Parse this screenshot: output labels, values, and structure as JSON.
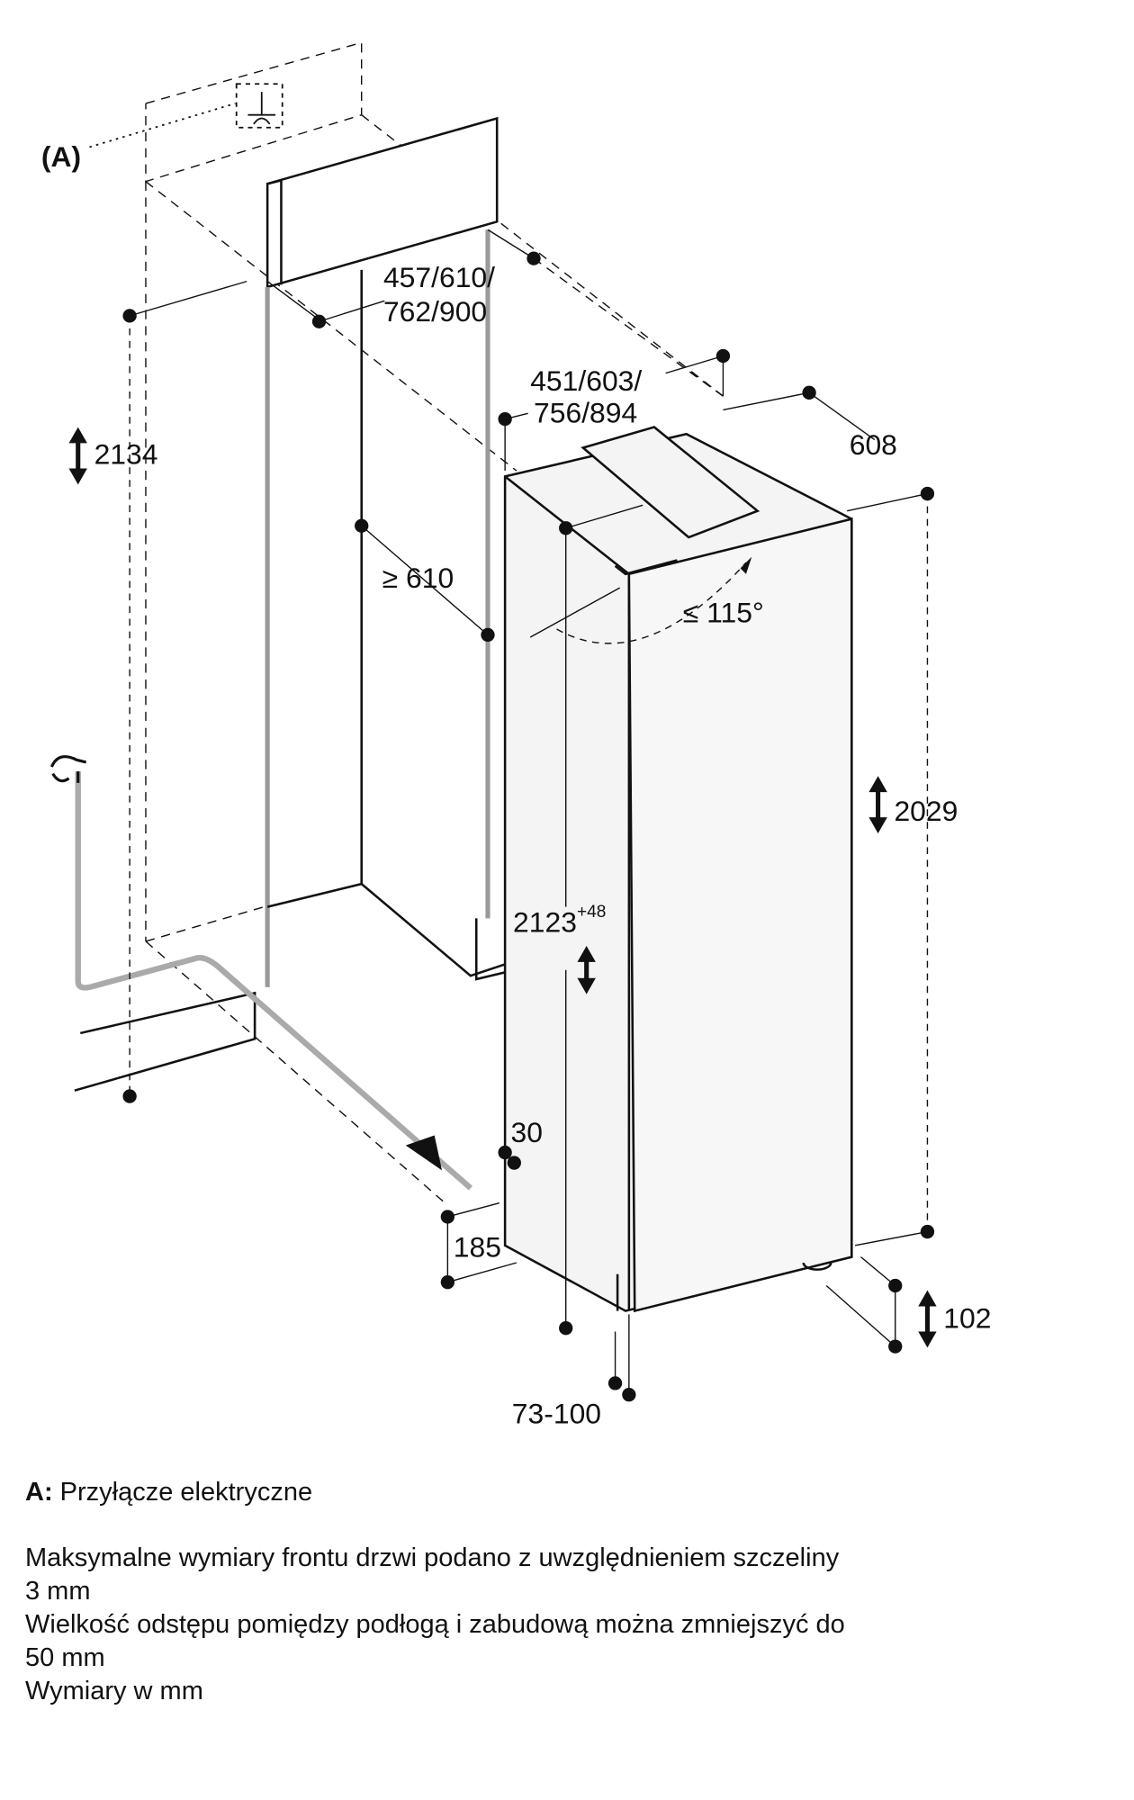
{
  "diagram": {
    "callout_a": "(A)",
    "dims": {
      "niche_width": "457/610/",
      "niche_width_2": "762/900",
      "appliance_width": "451/603/",
      "appliance_width_2": "756/894",
      "depth": "608",
      "niche_height": "2134",
      "niche_depth_min": "≥ 610",
      "door_angle": "≤ 115°",
      "appliance_height": "2029",
      "niche_height_range": "2123",
      "niche_height_tolerance": "+48",
      "plinth_offset": "30",
      "water_offset": "185",
      "plinth_height": "102",
      "plinth_depth": "73-100"
    }
  },
  "notes": {
    "legend_key": "A:",
    "legend_text": "Przyłącze elektryczne",
    "lines": [
      "Maksymalne wymiary frontu drzwi podano z uwzględnieniem szczeliny",
      "3 mm",
      "Wielkość odstępu pomiędzy podłogą i zabudową można zmniejszyć do",
      "50 mm",
      "Wymiary w mm"
    ]
  }
}
